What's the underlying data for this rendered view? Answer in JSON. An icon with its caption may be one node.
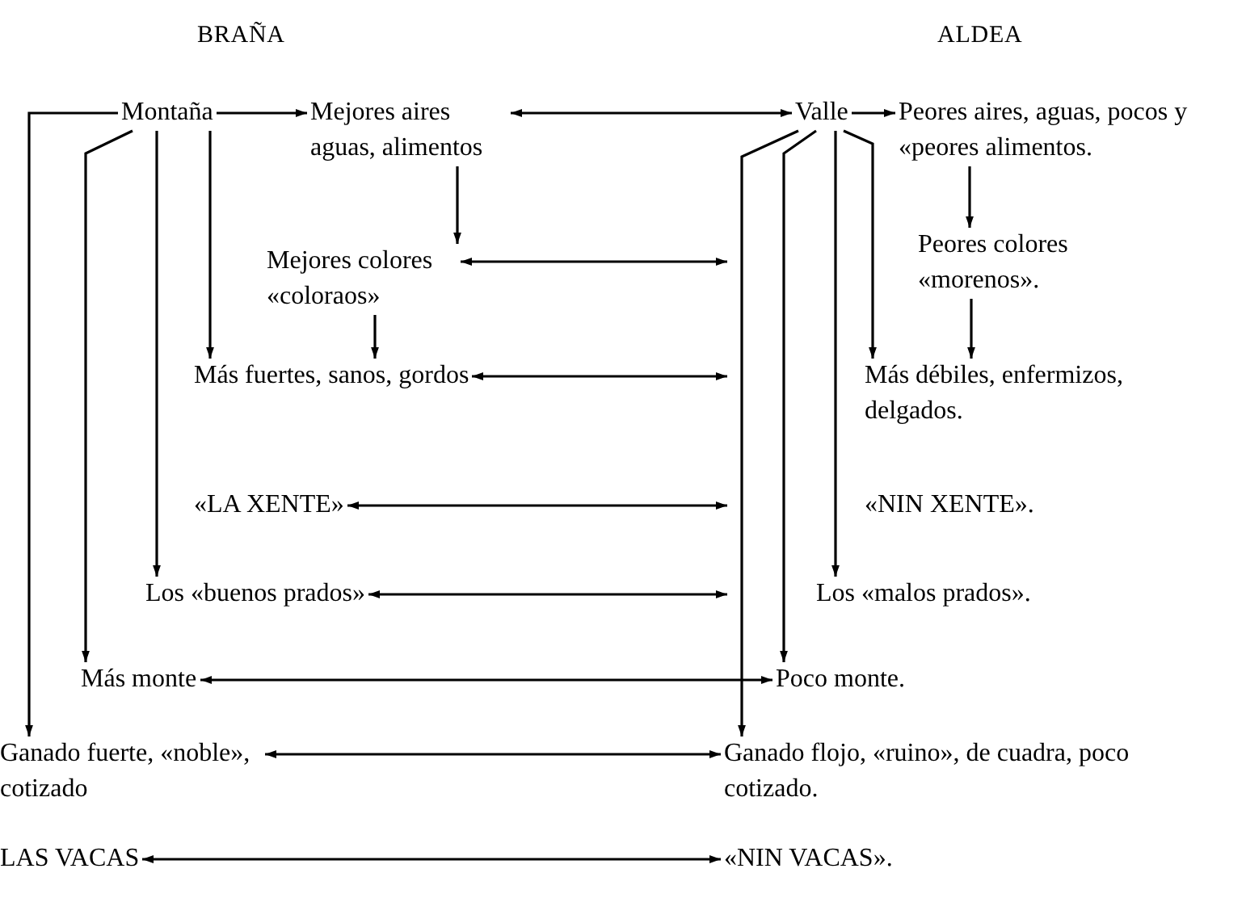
{
  "diagram": {
    "nodes": [
      {
        "text": [
          "Montaña"
        ]
      },
      {
        "text": [
          "Mejores aires aguas, alimentos"
        ]
      },
      {
        "text": [
          "Valle"
        ]
      },
      {
        "text": [
          "Peores aires, aguas, pocos y «peores alimentos."
        ]
      },
      {
        "text": [
          "Mejores colores «coloraos»"
        ]
      },
      {
        "text": [
          "Peores colores «morenos»."
        ]
      },
      {
        "text": [
          "Más fuertes, sanos, gordos"
        ]
      },
      {
        "text": [
          "Más débiles, enfermizos, delgados."
        ]
      },
      {
        "text": [
          "«LA XENTE»"
        ]
      },
      {
        "text": [
          "«NIN XENTE»."
        ]
      },
      {
        "text": [
          "Los «buenos prados»"
        ]
      },
      {
        "text": [
          "Los «malos prados»."
        ]
      },
      {
        "text": [
          "Más monte"
        ]
      },
      {
        "text": [
          "Poco monte."
        ]
      },
      {
        "text": [
          "Ganado fuerte, «noble», cotizado"
        ]
      },
      {
        "text": [
          "Ganado flojo, «ruino», de cuadra, poco cotizado."
        ]
      },
      {
        "text": [
          "LAS VACAS"
        ]
      },
      {
        "text": [
          "«NIN VACAS»."
        ]
      }
    ],
    "edges": [
      {
        "from": 0,
        "to": 1,
        "arrow": "to"
      },
      {
        "from": 1,
        "to": 2,
        "arrow": "both"
      },
      {
        "from": 2,
        "to": 3,
        "arrow": "to"
      },
      {
        "from": 1,
        "to": 4,
        "arrow": "to"
      },
      {
        "from": 3,
        "to": 5,
        "arrow": "to"
      },
      {
        "from": 4,
        "to": null,
        "arrow": "both"
      },
      {
        "from": 4,
        "to": 6,
        "arrow": "to"
      },
      {
        "from": 5,
        "to": 7,
        "arrow": "to"
      },
      {
        "from": 6,
        "to": null,
        "arrow": "both"
      },
      {
        "from": 8,
        "to": null,
        "arrow": "both"
      },
      {
        "from": 10,
        "to": null,
        "arrow": "both"
      },
      {
        "from": 12,
        "to": 13,
        "arrow": "both"
      },
      {
        "from": 14,
        "to": 15,
        "arrow": "both"
      },
      {
        "from": 16,
        "to": 17,
        "arrow": "both"
      },
      {
        "from": 0,
        "to": 6,
        "arrow": "to"
      },
      {
        "from": 0,
        "to": 10,
        "arrow": "to"
      },
      {
        "from": 0,
        "to": 12,
        "arrow": "to"
      },
      {
        "from": 0,
        "to": 14,
        "arrow": "to"
      },
      {
        "from": 2,
        "to": 7,
        "arrow": "to"
      },
      {
        "from": 2,
        "to": 11,
        "arrow": "to"
      },
      {
        "from": 2,
        "to": 15,
        "arrow": "to"
      },
      {
        "from": 2,
        "to": 13,
        "arrow": "to"
      }
    ],
    "labels": [
      "BRAÑA",
      "ALDEA"
    ]
  }
}
